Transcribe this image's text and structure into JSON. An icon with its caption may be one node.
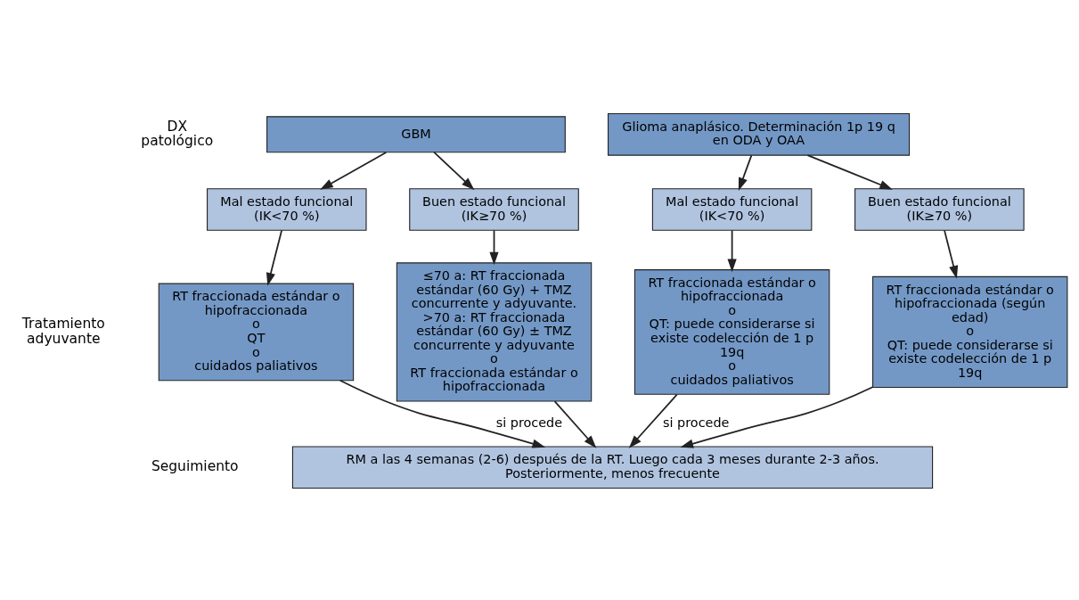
{
  "diagram": {
    "nodes": [
      {
        "text": [
          "GBM"
        ]
      },
      {
        "text": [
          "Glioma anaplásico. Determinación 1p 19 q en ODA y OAA"
        ]
      },
      {
        "text": [
          "Mal estado funcional",
          "(IK<70 %)"
        ]
      },
      {
        "text": [
          "Buen estado funcional",
          "(IK≥70 %)"
        ]
      },
      {
        "text": [
          "Mal estado funcional",
          "(IK<70 %)"
        ]
      },
      {
        "text": [
          "Buen estado funcional",
          "(IK≥70 %)"
        ]
      },
      {
        "text": [
          "RT fraccionada estándar o hipofraccionada",
          "o",
          "QT",
          "o",
          "cuidados paliativos"
        ]
      },
      {
        "text": [
          "≤70 a: RT fraccionada estándar (60 Gy) + TMZ concurrente y adyuvante.",
          ">70 a: RT fraccionada estándar (60 Gy) ± TMZ concurrente y adyuvante",
          "o",
          "RT fraccionada estándar o hipofraccionada"
        ]
      },
      {
        "text": [
          "RT fraccionada estándar o hipofraccionada",
          "o",
          "QT: puede considerarse si existe codelección de 1 p 19q",
          "o",
          "cuidados paliativos"
        ]
      },
      {
        "text": [
          "RT fraccionada estándar o hipofraccionada (según edad)",
          "o",
          "QT: puede considerarse si existe codelección de 1 p 19q"
        ]
      },
      {
        "text": [
          "RM a las 4 semanas (2-6) después de la RT. Luego cada 3 meses durante 2-3 años. Posteriormente, menos frecuente"
        ]
      }
    ],
    "edges": [
      {
        "from": 0,
        "to": 2,
        "arrow": "to"
      },
      {
        "from": 0,
        "to": 3,
        "arrow": "to"
      },
      {
        "from": 1,
        "to": 4,
        "arrow": "to"
      },
      {
        "from": 1,
        "to": 5,
        "arrow": "to"
      },
      {
        "from": 2,
        "to": 6,
        "arrow": "to"
      },
      {
        "from": 3,
        "to": 7,
        "arrow": "to"
      },
      {
        "from": 4,
        "to": 8,
        "arrow": "to"
      },
      {
        "from": 5,
        "to": 9,
        "arrow": "to"
      },
      {
        "from": 6,
        "to": 10,
        "arrow": "to",
        "label": "si procede"
      },
      {
        "from": 7,
        "to": 10,
        "arrow": "to"
      },
      {
        "from": 8,
        "to": 10,
        "arrow": "to",
        "label": "si procede"
      },
      {
        "from": 9,
        "to": 10,
        "arrow": "to"
      }
    ],
    "labels": [
      "DX patológico",
      "Tratamiento adyuvante",
      "Seguimiento"
    ]
  }
}
